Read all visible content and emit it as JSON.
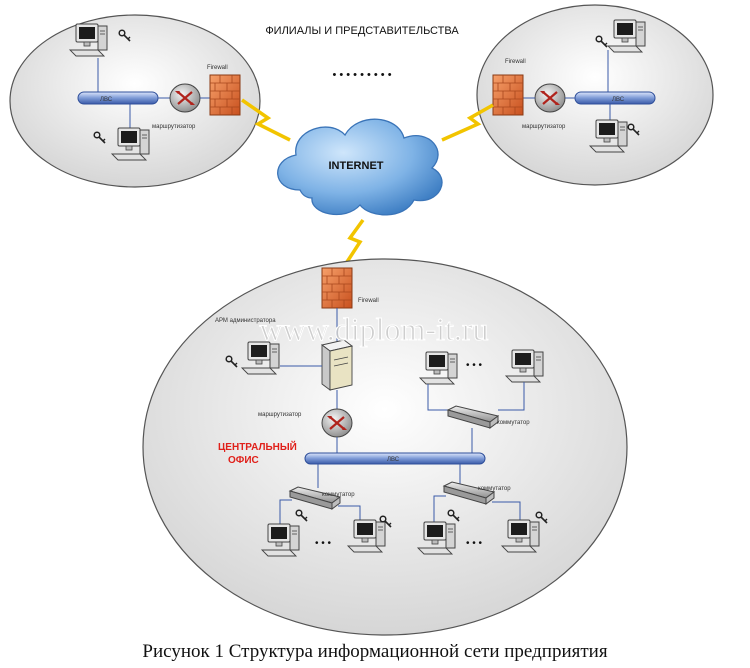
{
  "title": "ФИЛИАЛЫ И ПРЕДСТАВИТЕЛЬСТВА",
  "cloud_label": "INTERNET",
  "left_branch": {
    "lan": "ЛВС",
    "router": "маршрутизатор",
    "firewall": "Firewall"
  },
  "right_branch": {
    "lan": "ЛВС",
    "router": "маршрутизатор",
    "firewall": "Firewall"
  },
  "central": {
    "name_line1": "ЦЕНТРАЛЬНЫЙ",
    "name_line2": "ОФИС",
    "firewall": "Firewall",
    "admin_label": "АРМ администратора",
    "router": "маршрутизатор",
    "lan": "ЛВС",
    "switch_top": "коммутатор",
    "switch_left": "коммутатор",
    "switch_right": "коммутатор"
  },
  "ellipsis": "• • • • • • • • •",
  "dots": "• • •",
  "watermark": "www.diplom-it.ru",
  "caption": "Рисунок 1 Структура информационной сети предприятия",
  "colors": {
    "cloud": "#5f9fd8",
    "lan": "#6f8fd0",
    "lightning": "#f2c400",
    "firewall": "#e3713a",
    "central_label": "#e0201a"
  }
}
